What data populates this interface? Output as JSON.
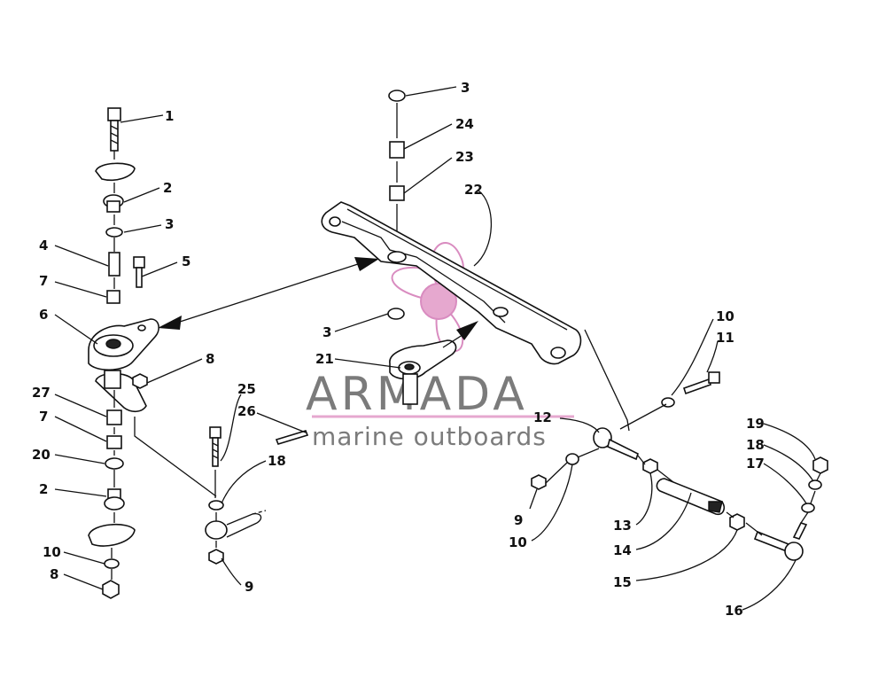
{
  "watermark": {
    "brand": "ARMADA",
    "tagline": "marine outboards",
    "colors": {
      "text": "#7b7b7b",
      "propeller": "#e6a8cf",
      "line": "#d98cc0"
    }
  },
  "callouts": [
    {
      "id": "c1",
      "label": "1"
    },
    {
      "id": "c2a",
      "label": "2"
    },
    {
      "id": "c3a",
      "label": "3"
    },
    {
      "id": "c4",
      "label": "4"
    },
    {
      "id": "c5",
      "label": "5"
    },
    {
      "id": "c7a",
      "label": "7"
    },
    {
      "id": "c6",
      "label": "6"
    },
    {
      "id": "c8a",
      "label": "8"
    },
    {
      "id": "c27",
      "label": "27"
    },
    {
      "id": "c7b",
      "label": "7"
    },
    {
      "id": "c20",
      "label": "20"
    },
    {
      "id": "c2b",
      "label": "2"
    },
    {
      "id": "c10a",
      "label": "10"
    },
    {
      "id": "c8b",
      "label": "8"
    },
    {
      "id": "c25",
      "label": "25"
    },
    {
      "id": "c26",
      "label": "26"
    },
    {
      "id": "c18a",
      "label": "18"
    },
    {
      "id": "c9a",
      "label": "9"
    },
    {
      "id": "c3b",
      "label": "3"
    },
    {
      "id": "c24",
      "label": "24"
    },
    {
      "id": "c23",
      "label": "23"
    },
    {
      "id": "c22",
      "label": "22"
    },
    {
      "id": "c3c",
      "label": "3"
    },
    {
      "id": "c21",
      "label": "21"
    },
    {
      "id": "c10b",
      "label": "10"
    },
    {
      "id": "c11",
      "label": "11"
    },
    {
      "id": "c12",
      "label": "12"
    },
    {
      "id": "c9b",
      "label": "9"
    },
    {
      "id": "c10c",
      "label": "10"
    },
    {
      "id": "c13",
      "label": "13"
    },
    {
      "id": "c14",
      "label": "14"
    },
    {
      "id": "c15",
      "label": "15"
    },
    {
      "id": "c16",
      "label": "16"
    },
    {
      "id": "c19",
      "label": "19"
    },
    {
      "id": "c18b",
      "label": "18"
    },
    {
      "id": "c17",
      "label": "17"
    }
  ]
}
